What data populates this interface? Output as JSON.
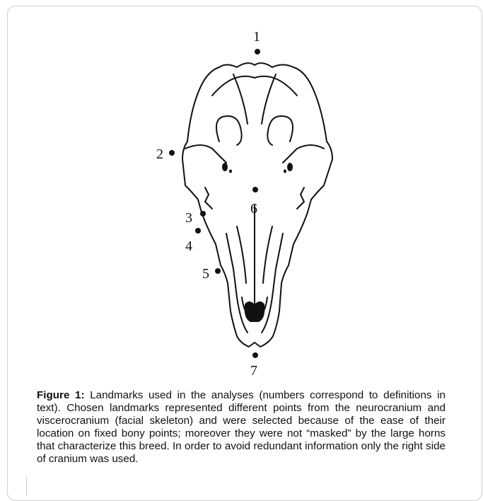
{
  "figure": {
    "landmarks": [
      {
        "label": "1"
      },
      {
        "label": "2"
      },
      {
        "label": "3"
      },
      {
        "label": "4"
      },
      {
        "label": "5"
      },
      {
        "label": "6"
      },
      {
        "label": "7"
      }
    ]
  },
  "caption": {
    "label": "Figure 1:",
    "text": " Landmarks used in the analyses (numbers correspond to definitions in text). Chosen landmarks represented different points from the neurocranium and viscerocranium (facial skeleton) and were selected because of the ease of their location on fixed bony points; moreover they were not “masked” by the large horns that characterize this breed. In order to avoid redundant information only the right side of cranium was used."
  }
}
